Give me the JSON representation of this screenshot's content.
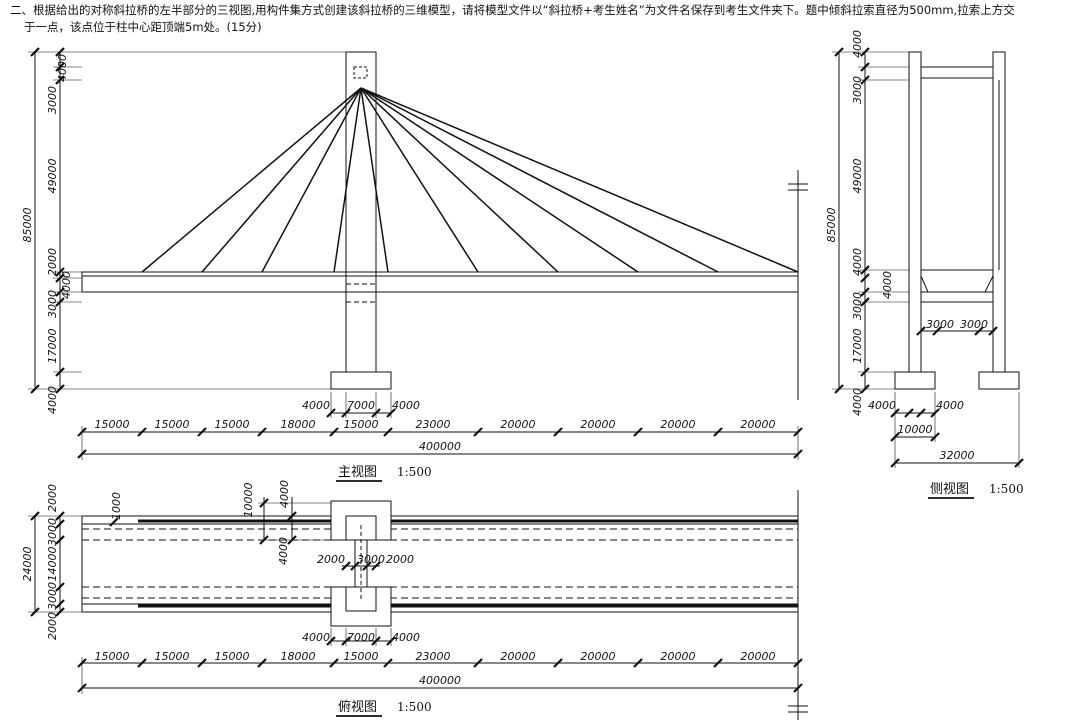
{
  "problem": {
    "line1": "二、根据给出的对称斜拉桥的左半部分的三视图,用构件集方式创建该斜拉桥的三维模型，请将模型文件以“斜拉桥+考生姓名”为文件名保存到考生文件夹下。题中倾斜拉索直径为500mm,拉索上方交",
    "line2": "于一点，该点位于柱中心距顶端5m处。(15分)"
  },
  "front_view": {
    "title": "主视图",
    "scale": "1:500",
    "left_dims": {
      "total": "85000",
      "segments": [
        "4000",
        "3000",
        "49000",
        "2000",
        "4000",
        "3000",
        "17000",
        "4000"
      ]
    },
    "tower_dims": [
      "4000",
      "7000",
      "4000"
    ],
    "span_dims": [
      "15000",
      "15000",
      "15000",
      "18000",
      "15000",
      "23000",
      "20000",
      "20000",
      "20000",
      "20000"
    ],
    "total_dim": "400000"
  },
  "top_view": {
    "title": "俯视图",
    "scale": "1:500",
    "left_dims": {
      "total": "24000",
      "segments": [
        "2000",
        "3000",
        "14000",
        "3000",
        "2000"
      ]
    },
    "detail_dims": [
      "1000",
      "10000",
      "4000",
      "4000",
      "2000",
      "3000",
      "2000"
    ],
    "tower_dims": [
      "4000",
      "7000",
      "4000"
    ],
    "span_dims": [
      "15000",
      "15000",
      "15000",
      "18000",
      "15000",
      "23000",
      "20000",
      "20000",
      "20000",
      "20000"
    ],
    "total_dim": "400000"
  },
  "side_view": {
    "title": "侧视图",
    "scale": "1:500",
    "left_dims": {
      "total": "85000",
      "segments": [
        "4000",
        "3000",
        "49000",
        "4000",
        "4000",
        "3000",
        "17000",
        "4000"
      ]
    },
    "inner_dims": [
      "3000",
      "3000"
    ],
    "bottom_dims": [
      "4000",
      "4000",
      "10000",
      "32000"
    ]
  }
}
